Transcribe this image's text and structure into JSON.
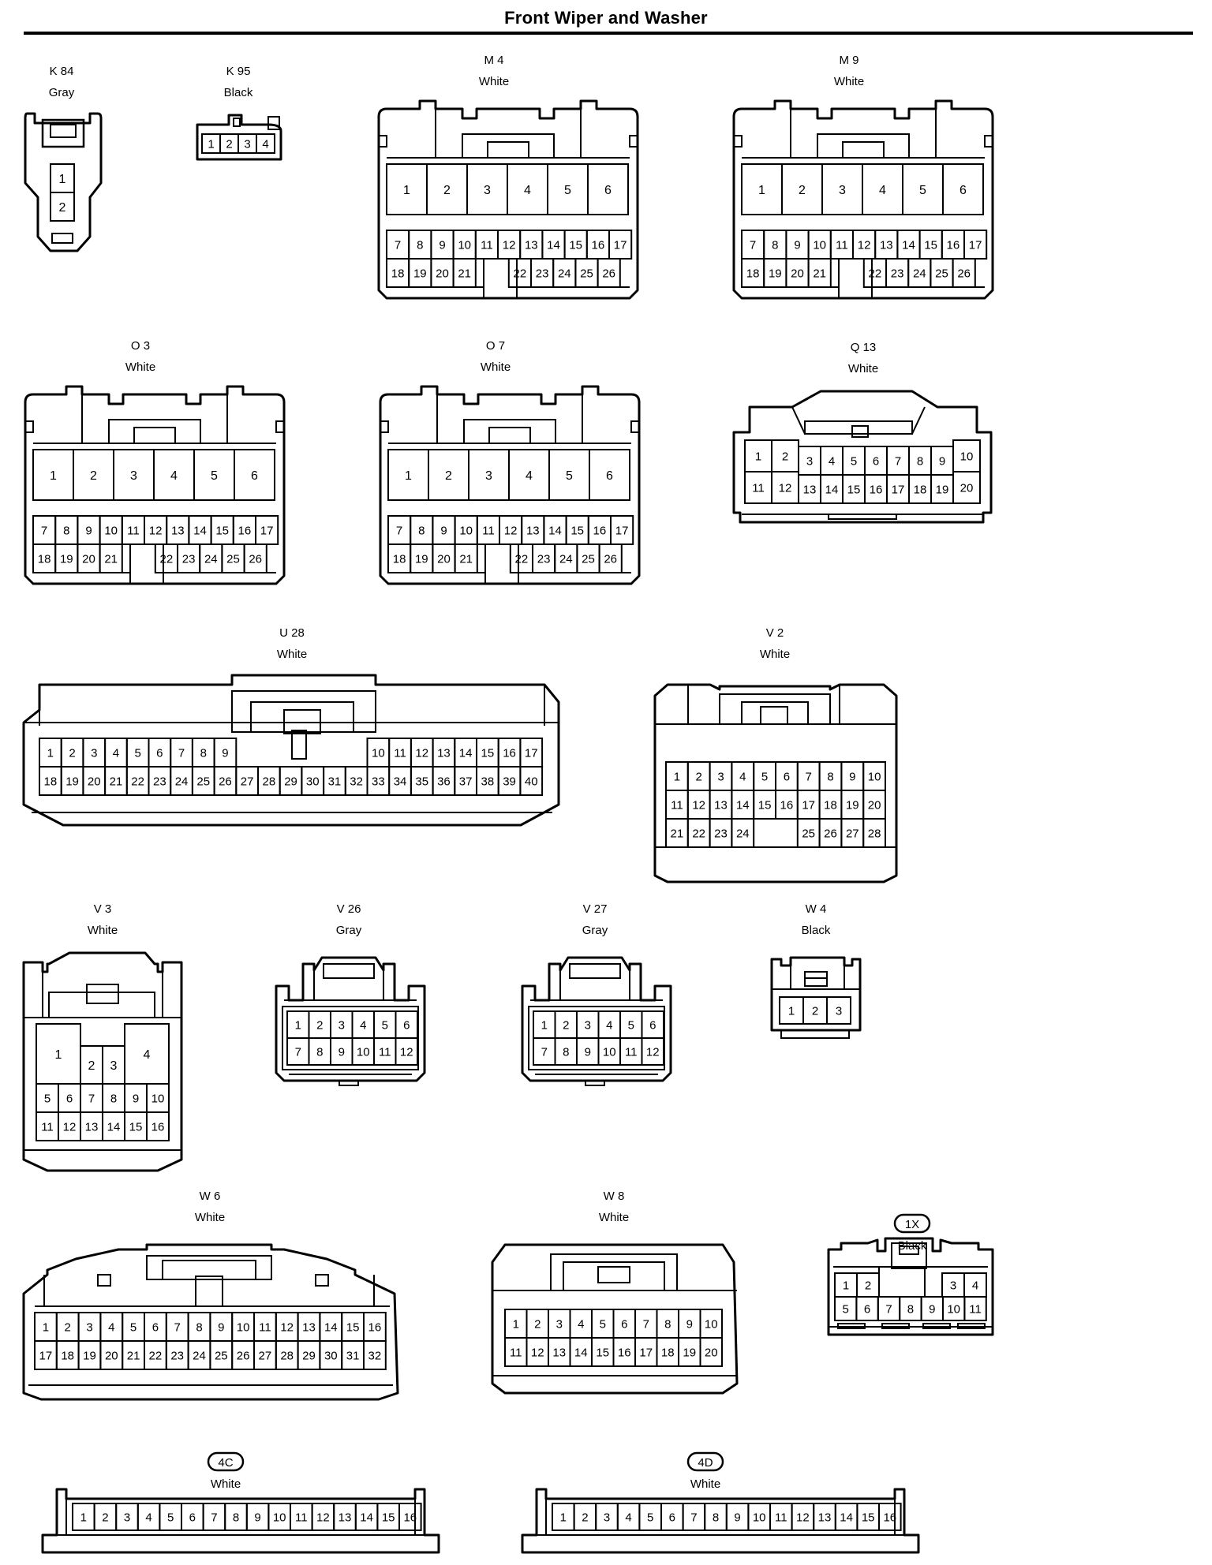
{
  "title": "Front Wiper and Washer",
  "connectors": [
    {
      "id": "k84",
      "code": "K 84",
      "color": "Gray",
      "pins": [
        "1",
        "2"
      ]
    },
    {
      "id": "k95",
      "code": "K 95",
      "color": "Black",
      "pins": [
        "1",
        "2",
        "3",
        "4"
      ]
    },
    {
      "id": "m4",
      "code": "M 4",
      "color": "White",
      "rows": [
        [
          "1",
          "2",
          "3",
          "4",
          "5",
          "6"
        ],
        [
          "7",
          "8",
          "9",
          "10",
          "11",
          "12",
          "13",
          "14",
          "15",
          "16",
          "17"
        ],
        [
          "18",
          "19",
          "20",
          "21",
          "",
          "22",
          "23",
          "24",
          "25",
          "26"
        ]
      ]
    },
    {
      "id": "m9",
      "code": "M 9",
      "color": "White",
      "rows": [
        [
          "1",
          "2",
          "3",
          "4",
          "5",
          "6"
        ],
        [
          "7",
          "8",
          "9",
          "10",
          "11",
          "12",
          "13",
          "14",
          "15",
          "16",
          "17"
        ],
        [
          "18",
          "19",
          "20",
          "21",
          "",
          "22",
          "23",
          "24",
          "25",
          "26"
        ]
      ]
    },
    {
      "id": "o3",
      "code": "O 3",
      "color": "White",
      "rows": [
        [
          "1",
          "2",
          "3",
          "4",
          "5",
          "6"
        ],
        [
          "7",
          "8",
          "9",
          "10",
          "11",
          "12",
          "13",
          "14",
          "15",
          "16",
          "17"
        ],
        [
          "18",
          "19",
          "20",
          "21",
          "",
          "22",
          "23",
          "24",
          "25",
          "26"
        ]
      ]
    },
    {
      "id": "o7",
      "code": "O 7",
      "color": "White",
      "rows": [
        [
          "1",
          "2",
          "3",
          "4",
          "5",
          "6"
        ],
        [
          "7",
          "8",
          "9",
          "10",
          "11",
          "12",
          "13",
          "14",
          "15",
          "16",
          "17"
        ],
        [
          "18",
          "19",
          "20",
          "21",
          "",
          "22",
          "23",
          "24",
          "25",
          "26"
        ]
      ]
    },
    {
      "id": "q13",
      "code": "Q 13",
      "color": "White",
      "rows": [
        [
          "1",
          "2",
          "3",
          "4",
          "5",
          "6",
          "7",
          "8",
          "9",
          "10"
        ],
        [
          "11",
          "12",
          "13",
          "14",
          "15",
          "16",
          "17",
          "18",
          "19",
          "20"
        ]
      ]
    },
    {
      "id": "u28",
      "code": "U 28",
      "color": "White",
      "rows": [
        [
          "1",
          "2",
          "3",
          "4",
          "5",
          "6",
          "7",
          "8",
          "9",
          "",
          "",
          "",
          "",
          "",
          "",
          "10",
          "11",
          "12",
          "13",
          "14",
          "15",
          "16",
          "17"
        ],
        [
          "18",
          "19",
          "20",
          "21",
          "22",
          "23",
          "24",
          "25",
          "26",
          "27",
          "28",
          "29",
          "30",
          "31",
          "32",
          "33",
          "34",
          "35",
          "36",
          "37",
          "38",
          "39",
          "40"
        ]
      ]
    },
    {
      "id": "v2",
      "code": "V 2",
      "color": "White",
      "rows": [
        [
          "1",
          "2",
          "3",
          "4",
          "5",
          "6",
          "7",
          "8",
          "9",
          "10"
        ],
        [
          "11",
          "12",
          "13",
          "14",
          "15",
          "16",
          "17",
          "18",
          "19",
          "20"
        ],
        [
          "21",
          "22",
          "23",
          "24",
          "",
          "",
          "25",
          "26",
          "27",
          "28"
        ]
      ]
    },
    {
      "id": "v3",
      "code": "V 3",
      "color": "White",
      "pins_big": [
        "1",
        "4"
      ],
      "pins_small": [
        "2",
        "3"
      ],
      "rows": [
        [
          "5",
          "6",
          "7",
          "8",
          "9",
          "10"
        ],
        [
          "11",
          "12",
          "13",
          "14",
          "15",
          "16"
        ]
      ]
    },
    {
      "id": "v26",
      "code": "V 26",
      "color": "Gray",
      "rows": [
        [
          "1",
          "2",
          "3",
          "4",
          "5",
          "6"
        ],
        [
          "7",
          "8",
          "9",
          "10",
          "11",
          "12"
        ]
      ]
    },
    {
      "id": "v27",
      "code": "V 27",
      "color": "Gray",
      "rows": [
        [
          "1",
          "2",
          "3",
          "4",
          "5",
          "6"
        ],
        [
          "7",
          "8",
          "9",
          "10",
          "11",
          "12"
        ]
      ]
    },
    {
      "id": "w4",
      "code": "W 4",
      "color": "Black",
      "rows": [
        [
          "1",
          "2",
          "3"
        ]
      ]
    },
    {
      "id": "w6",
      "code": "W 6",
      "color": "White",
      "rows": [
        [
          "1",
          "2",
          "3",
          "4",
          "5",
          "6",
          "7",
          "8",
          "9",
          "10",
          "11",
          "12",
          "13",
          "14",
          "15",
          "16"
        ],
        [
          "17",
          "18",
          "19",
          "20",
          "21",
          "22",
          "23",
          "24",
          "25",
          "26",
          "27",
          "28",
          "29",
          "30",
          "31",
          "32"
        ]
      ]
    },
    {
      "id": "w8",
      "code": "W 8",
      "color": "White",
      "rows": [
        [
          "1",
          "2",
          "3",
          "4",
          "5",
          "6",
          "7",
          "8",
          "9",
          "10"
        ],
        [
          "11",
          "12",
          "13",
          "14",
          "15",
          "16",
          "17",
          "18",
          "19",
          "20"
        ]
      ]
    },
    {
      "id": "c1x",
      "code": "1X",
      "color": "Black",
      "rows": [
        [
          "1",
          "2",
          "",
          "",
          "",
          "",
          "3",
          "4"
        ],
        [
          "5",
          "6",
          "7",
          "8",
          "9",
          "10",
          "11"
        ]
      ]
    },
    {
      "id": "c4c",
      "code": "4C",
      "color": "White",
      "rows": [
        [
          "1",
          "2",
          "3",
          "4",
          "5",
          "6",
          "7",
          "8",
          "9",
          "10",
          "11",
          "12",
          "13",
          "14",
          "15",
          "16"
        ]
      ]
    },
    {
      "id": "c4d",
      "code": "4D",
      "color": "White",
      "rows": [
        [
          "1",
          "2",
          "3",
          "4",
          "5",
          "6",
          "7",
          "8",
          "9",
          "10",
          "11",
          "12",
          "13",
          "14",
          "15",
          "16"
        ]
      ]
    }
  ]
}
